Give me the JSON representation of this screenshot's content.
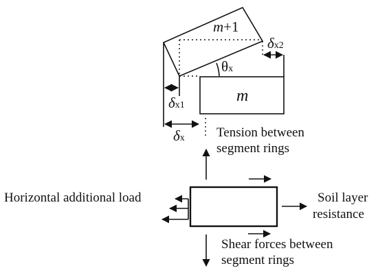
{
  "labels": {
    "upper_segment_prefix": "m",
    "upper_segment_suffix": "+1",
    "lower_segment": "m",
    "delta_symbol": "δ",
    "dx2_sub": "x2",
    "dx1_sub": "x1",
    "dx_sub": "x",
    "theta": "θ",
    "theta_sub": "x",
    "tension_line1": "Tension between",
    "tension_line2": "segment rings",
    "horizontal_load": "Horizontal additional load",
    "soil_line1": "Soil layer",
    "soil_line2": "resistance",
    "shear_line1": "Shear forces between",
    "shear_line2": "segment rings"
  },
  "colors": {
    "ink": "#111111",
    "background": "#ffffff"
  }
}
